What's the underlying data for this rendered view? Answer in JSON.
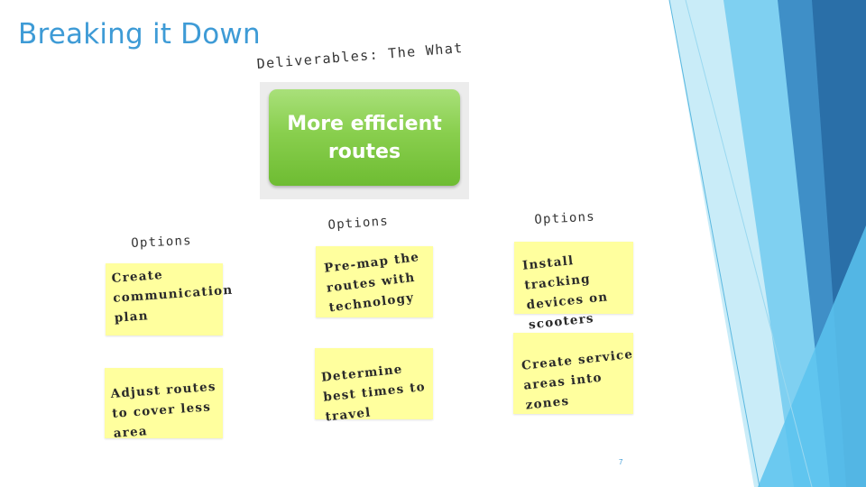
{
  "slide": {
    "title": "Breaking it Down",
    "subtitle": "Deliverables: The What",
    "goal_box": {
      "text": "More efficient routes",
      "color": "#7ec544"
    },
    "columns": [
      {
        "options_label": "Options",
        "notes": [
          {
            "text": "Create communication plan"
          },
          {
            "text": "Adjust routes to cover less area"
          }
        ]
      },
      {
        "options_label": "Options",
        "notes": [
          {
            "text": "Pre-map the routes with technology"
          },
          {
            "text": "Determine best times to travel"
          }
        ]
      },
      {
        "options_label": "Options",
        "notes": [
          {
            "text": "Install tracking devices on scooters"
          },
          {
            "text": "Create service areas into zones"
          }
        ]
      }
    ],
    "page_number": "7",
    "colors": {
      "title": "#3e9bd6",
      "note": "#ffff9e",
      "accent_dark": "#2a6fa8",
      "accent_light": "#5bc3ee"
    }
  }
}
